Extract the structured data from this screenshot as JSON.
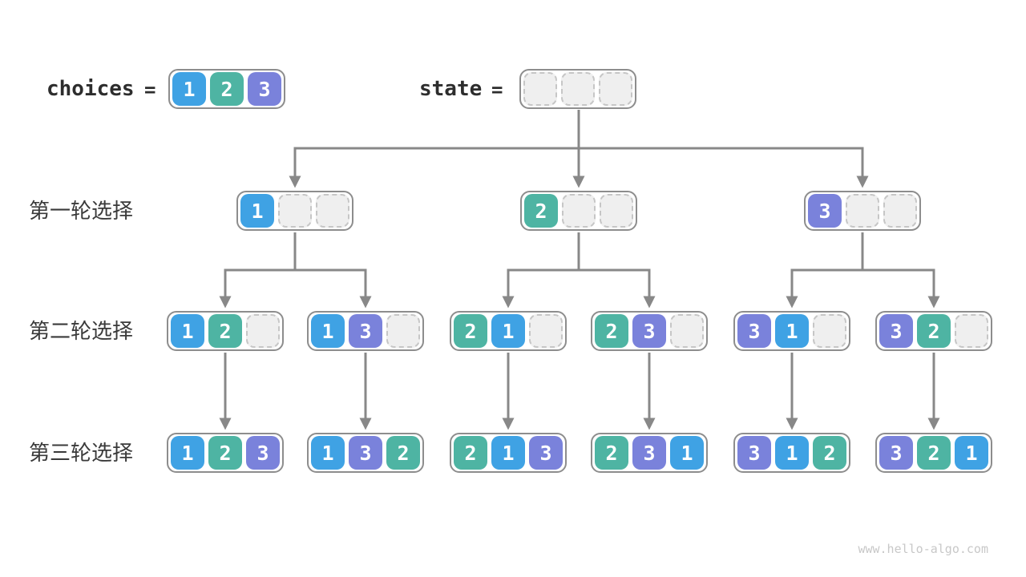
{
  "header": {
    "choices_label": "choices",
    "equals": "=",
    "state_label": "state",
    "choices_cells": [
      "1",
      "2",
      "3"
    ],
    "state_cells": [
      "",
      "",
      ""
    ]
  },
  "rows": [
    {
      "label": "第一轮选择",
      "boxes": [
        [
          "1",
          "",
          ""
        ],
        [
          "2",
          "",
          ""
        ],
        [
          "3",
          "",
          ""
        ]
      ]
    },
    {
      "label": "第二轮选择",
      "boxes": [
        [
          "1",
          "2",
          ""
        ],
        [
          "1",
          "3",
          ""
        ],
        [
          "2",
          "1",
          ""
        ],
        [
          "2",
          "3",
          ""
        ],
        [
          "3",
          "1",
          ""
        ],
        [
          "3",
          "2",
          ""
        ]
      ]
    },
    {
      "label": "第三轮选择",
      "boxes": [
        [
          "1",
          "2",
          "3"
        ],
        [
          "1",
          "3",
          "2"
        ],
        [
          "2",
          "1",
          "3"
        ],
        [
          "2",
          "3",
          "1"
        ],
        [
          "3",
          "1",
          "2"
        ],
        [
          "3",
          "2",
          "1"
        ]
      ]
    }
  ],
  "colors": {
    "value_1": "#3fa2e4",
    "value_2": "#4eb4a3",
    "value_3": "#7a82db",
    "arrow": "#888888",
    "box_border": "#8d8d8d",
    "empty_cell_fill": "#efefef",
    "empty_cell_border": "#c6c6c6",
    "code_text": "#2d2d2d",
    "label_text": "#3a3a3a",
    "watermark_text": "#c8c8c8"
  },
  "footer": {
    "watermark": "www.hello-algo.com"
  }
}
